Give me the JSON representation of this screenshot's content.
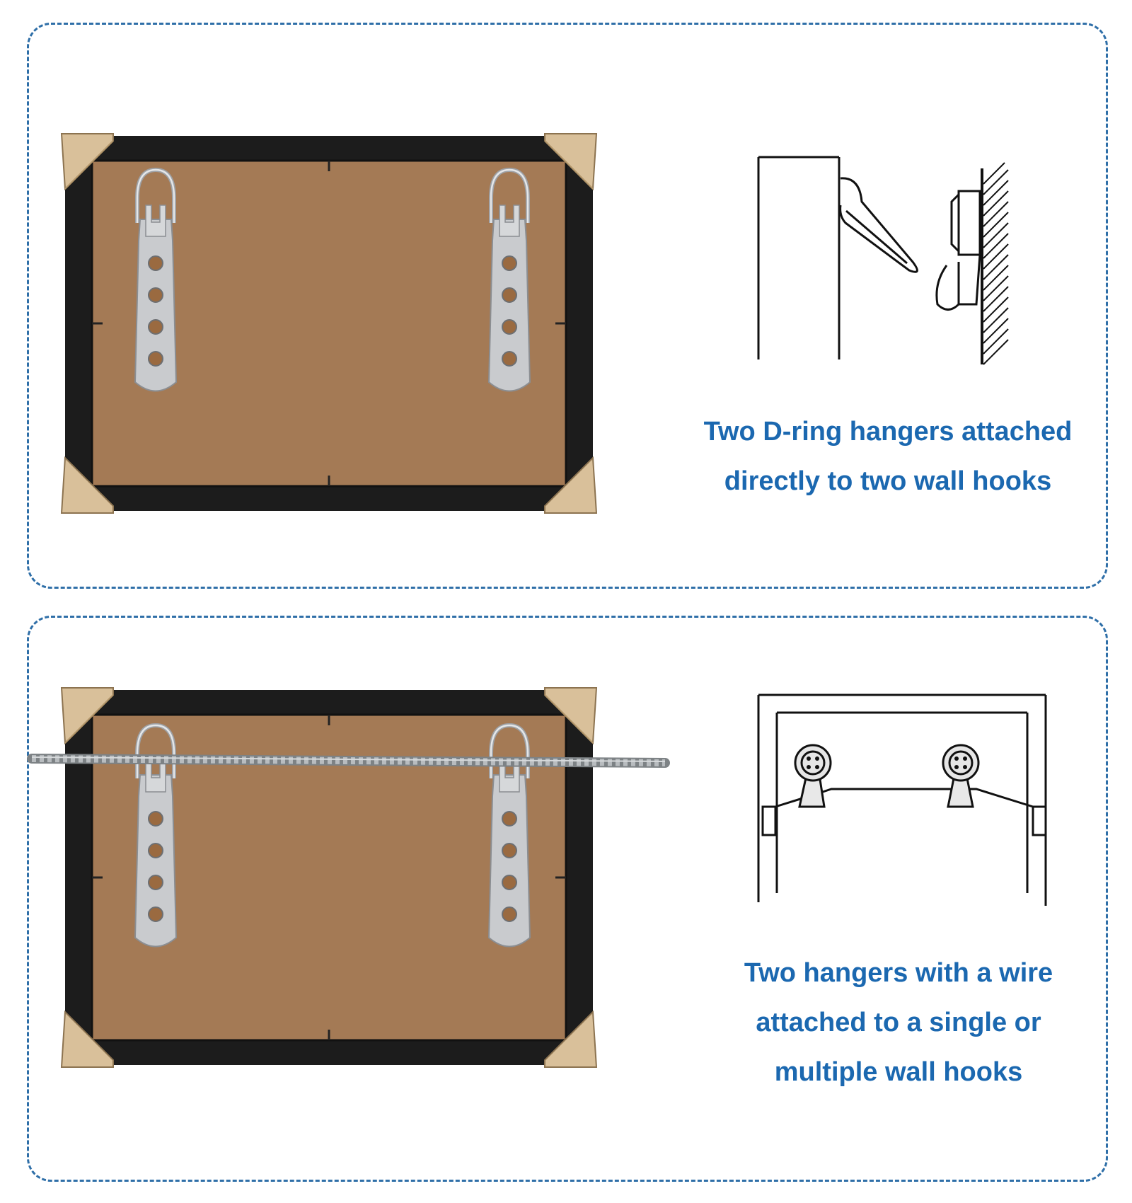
{
  "panels": [
    {
      "caption_lines": [
        "Two D-ring hangers attached",
        "directly to two wall hooks"
      ]
    },
    {
      "caption_lines": [
        "Two hangers with a wire",
        "attached to a single or",
        "multiple wall hooks"
      ]
    }
  ],
  "colors": {
    "border": "#2f6fa8",
    "caption": "#1b68b0",
    "frame": "#1c1c1c",
    "backing": "#a47a55",
    "corner": "#d9c09a",
    "metal": "#c9cbce"
  }
}
